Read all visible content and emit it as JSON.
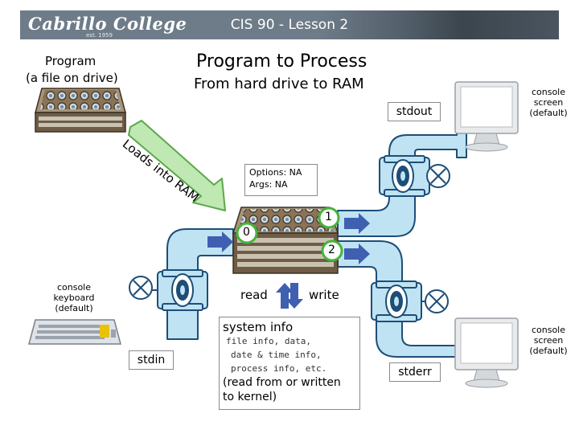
{
  "header": {
    "logo_text": "Cabrillo College",
    "logo_est": "est. 1959",
    "title": "CIS 90 - Lesson 2"
  },
  "slide": {
    "title": "Program to Process",
    "subtitle": "From hard drive to RAM"
  },
  "program": {
    "label": "Program",
    "sublabel": "(a file on drive)"
  },
  "load_arrow": {
    "text": "Loads into RAM"
  },
  "options": {
    "line1": "Options: NA",
    "line2": "Args: NA"
  },
  "file_descriptors": {
    "fd0": "0",
    "fd1": "1",
    "fd2": "2"
  },
  "io": {
    "read": "read",
    "write": "write"
  },
  "streams": {
    "stdin": "stdin",
    "stdout": "stdout",
    "stderr": "stderr"
  },
  "console_keyboard": {
    "line1": "console",
    "line2": "keyboard",
    "line3": "(default)"
  },
  "console_screen_top": {
    "line1": "console",
    "line2": "screen",
    "line3": "(default)"
  },
  "console_screen_bottom": {
    "line1": "console",
    "line2": "screen",
    "line3": "(default)"
  },
  "system_info": {
    "title": "system info",
    "mono1": "file info, data,",
    "mono2": "date & time info,",
    "mono3": "process info, etc.",
    "note1": "(read from or written",
    "note2": "to kernel)"
  },
  "colors": {
    "pipe_fill": "#bfe3f3",
    "pipe_stroke": "#1d4e78",
    "arrow_green": "#7ccf6a",
    "arrow_blue": "#3f5fb0",
    "header_bg": "#6e7c89"
  }
}
